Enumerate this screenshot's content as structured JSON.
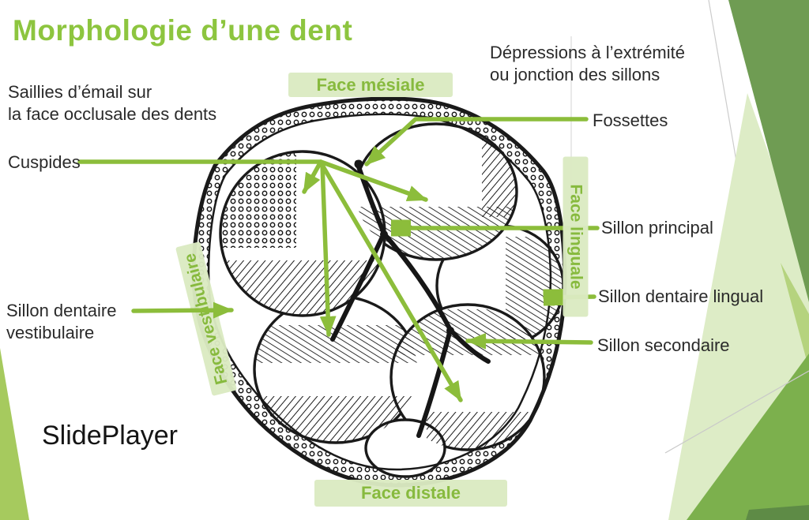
{
  "slide": {
    "title": "Morphologie d’une dent",
    "watermark": "SlidePlayer"
  },
  "callouts": {
    "saillies_line1": "Saillies d’émail sur",
    "saillies_line2": "la face occlusale des dents",
    "depressions_line1": "Dépressions à l’extrémité",
    "depressions_line2": "ou jonction des sillons",
    "fossettes": "Fossettes",
    "cuspides": "Cuspides",
    "sillon_principal": "Sillon principal",
    "sillon_dentaire_lingual": "Sillon dentaire lingual",
    "sillon_secondaire": "Sillon secondaire",
    "sillon_dentaire_vestibulaire_line1": "Sillon dentaire",
    "sillon_dentaire_vestibulaire_line2": "vestibulaire"
  },
  "face_labels": {
    "mesiale": "Face mésiale",
    "distale": "Face distale",
    "linguale": "Face linguale",
    "vestibulaire": "Face vestibulaire"
  },
  "colors": {
    "title_green": "#8dc53f",
    "arrow_green": "#8cbd3b",
    "face_box_bg": "#dbeac2",
    "face_box_text": "#87ba3e",
    "label_text": "#2a2a2a",
    "deco_dark_green": "#6f9c53",
    "deco_medium_green": "#7cb04d",
    "deco_pale_green": "#ddecc6",
    "deco_wedge_green": "#a6ca5e",
    "ink": "#1a1a1a"
  }
}
